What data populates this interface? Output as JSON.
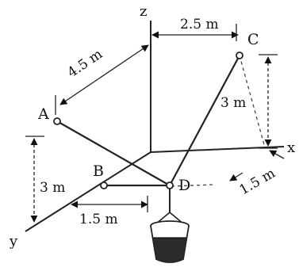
{
  "axes": {
    "x": "x",
    "y": "y",
    "z": "z"
  },
  "points": {
    "A": "A",
    "B": "B",
    "C": "C",
    "D": "D"
  },
  "dimensions": {
    "top_width": "2.5 m",
    "diagonal": "4.5 m",
    "right_height": "3 m",
    "left_height": "3 m",
    "bottom_offset": "1.5 m",
    "right_offset": "1.5 m"
  }
}
